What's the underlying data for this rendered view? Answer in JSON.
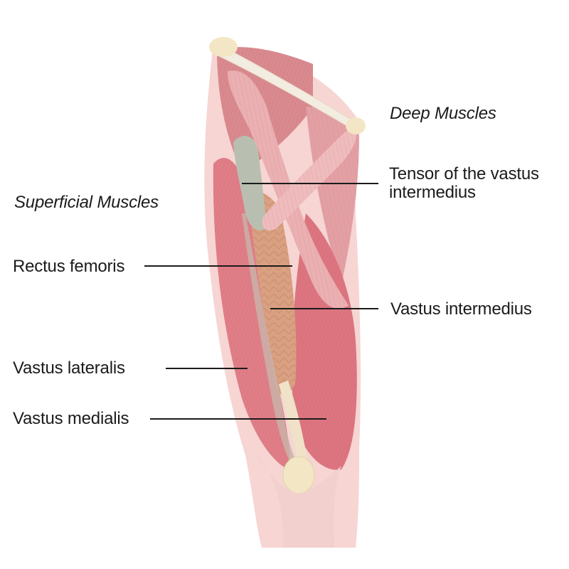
{
  "headings": {
    "deep": "Deep Muscles",
    "superficial": "Superficial Muscles"
  },
  "labels": {
    "tensor": "Tensor of the vastus intermedius",
    "rectus": "Rectus femoris",
    "intermedius": "Vastus intermedius",
    "lateralis": "Vastus lateralis",
    "medialis": "Vastus medialis"
  },
  "colors": {
    "muscle_light": "#eeb7b7",
    "muscle_mid": "#e49a9e",
    "muscle_deep": "#d9707a",
    "vastus_intermedius": "#d9a081",
    "tensor": "#b9bfb0",
    "bone_tendon": "#f2e6c4",
    "leader_line": "#1b1b1b"
  }
}
